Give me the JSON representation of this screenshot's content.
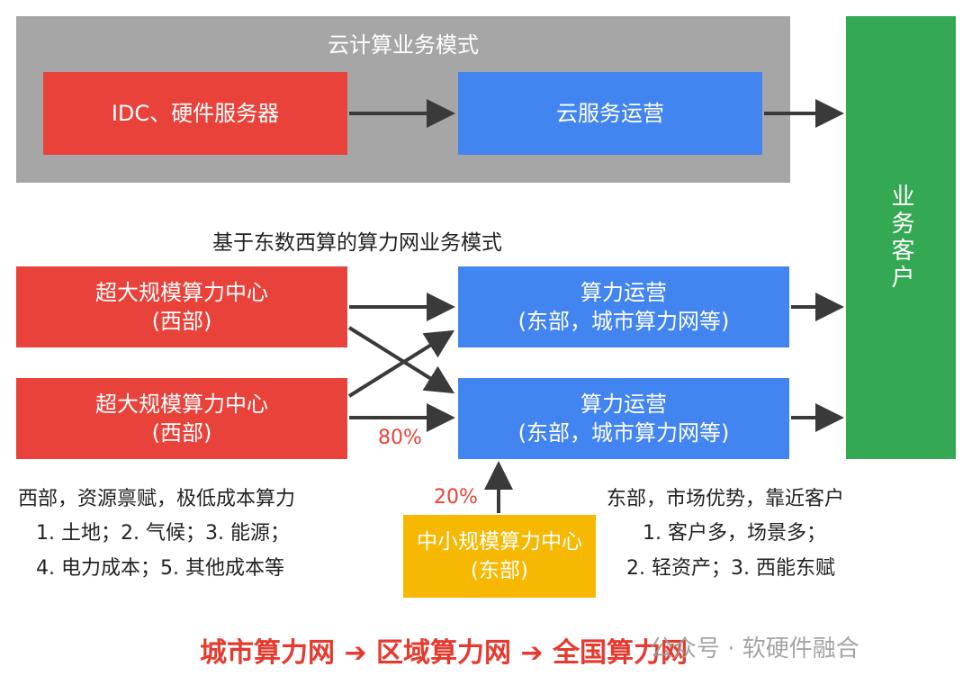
{
  "colors": {
    "red": "#e8423a",
    "blue": "#4285f0",
    "yellow": "#f6b800",
    "green": "#34a853",
    "gray": "#a6a6a6",
    "arrow": "#3a3a3a"
  },
  "cloud_model": {
    "title": "云计算业务模式",
    "idc_box": "IDC、硬件服务器",
    "cloud_ops_box": "云服务运营"
  },
  "customer_box": "业务客户",
  "east_data_model": {
    "title": "基于东数西算的算力网业务模式",
    "west_center_1": {
      "line1": "超大规模算力中心",
      "line2": "(西部)"
    },
    "west_center_2": {
      "line1": "超大规模算力中心",
      "line2": "(西部)"
    },
    "ops_1": {
      "line1": "算力运营",
      "line2": "(东部，城市算力网等)"
    },
    "ops_2": {
      "line1": "算力运营",
      "line2": "(东部，城市算力网等)"
    },
    "east_center": {
      "line1": "中小规模算力中心",
      "line2": "(东部)"
    },
    "pct_west": "80%",
    "pct_east": "20%"
  },
  "west_notes": {
    "heading": "西部，资源禀赋，极低成本算力",
    "line1": "1. 土地；2. 气候；3. 能源；",
    "line2": "4. 电力成本；5. 其他成本等"
  },
  "east_notes": {
    "heading": "东部，市场优势，靠近客户",
    "line1": "1. 客户多，场景多；",
    "line2": "2. 轻资产；3. 西能东赋"
  },
  "footer": "城市算力网 ➔ 区域算力网 ➔ 全国算力网",
  "watermark": "公众号 · 软硬件融合"
}
